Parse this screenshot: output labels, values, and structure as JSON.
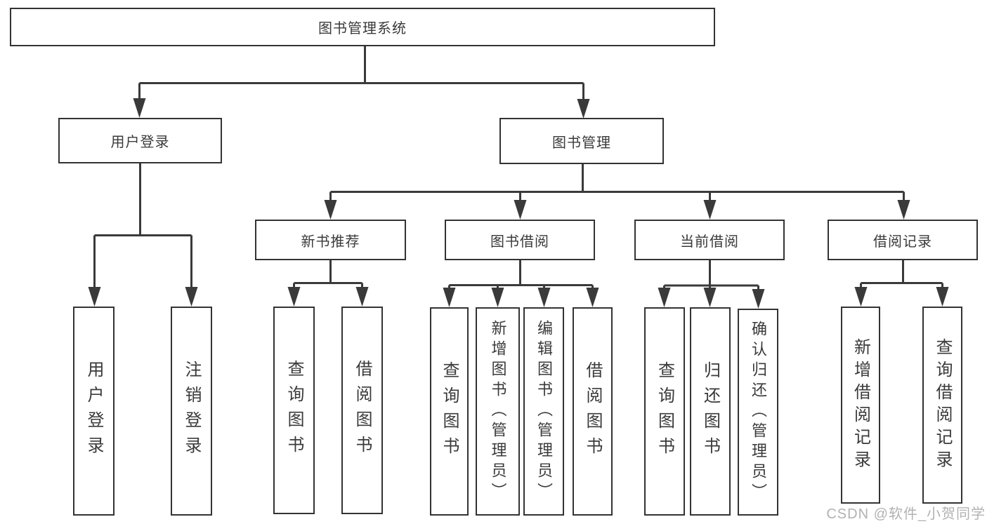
{
  "tree": {
    "root": {
      "label": "图书管理系统",
      "children": {
        "user_login": {
          "label": "用户登录",
          "children": {
            "login": {
              "label": "用户登录"
            },
            "logout": {
              "label": "注销登录"
            }
          }
        },
        "book_management": {
          "label": "图书管理",
          "children": {
            "new_book_recommend": {
              "label": "新书推荐",
              "children": {
                "query_books": {
                  "label": "查询图书"
                },
                "borrow_books": {
                  "label": "借阅图书"
                }
              }
            },
            "book_borrow": {
              "label": "图书借阅",
              "children": {
                "query_books": {
                  "label": "查询图书"
                },
                "add_books": {
                  "label": "新增图书（管理员）"
                },
                "edit_books": {
                  "label": "编辑图书（管理员）"
                },
                "borrow_books": {
                  "label": "借阅图书"
                }
              }
            },
            "current_borrow": {
              "label": "当前借阅",
              "children": {
                "query_books": {
                  "label": "查询图书"
                },
                "return_books": {
                  "label": "归还图书"
                },
                "confirm_return": {
                  "label": "确认归还（管理员）"
                }
              }
            },
            "borrow_records": {
              "label": "借阅记录",
              "children": {
                "add_borrow_record": {
                  "label": "新增借阅记录"
                },
                "query_borrow_record": {
                  "label": "查询借阅记录"
                }
              }
            }
          }
        }
      }
    }
  },
  "watermark": {
    "text": "CSDN @软件_小贺同学"
  },
  "colors": {
    "line": "#3a3a3a",
    "text": "#3a3a3a",
    "watermark": "#b2b2b2",
    "background": "#ffffff"
  }
}
